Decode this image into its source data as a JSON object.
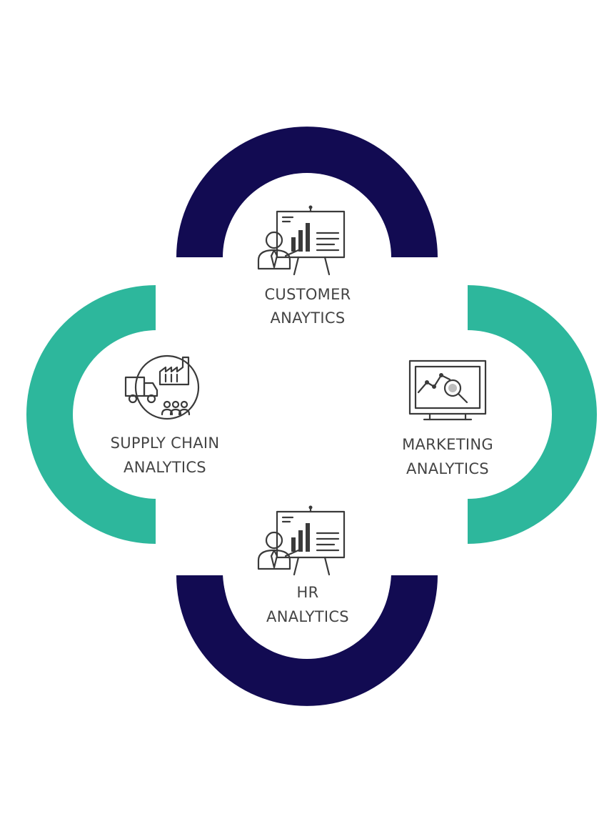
{
  "colors": {
    "navy": "#120b52",
    "teal": "#2db79c",
    "background": "#ffffff",
    "text": "#444444",
    "icon": "#3a3a3a"
  },
  "segments": [
    {
      "id": "customer",
      "ring_color": "navy",
      "icon": "presentation-board-icon",
      "label_lines": [
        "CUSTOMER",
        "ANAYTICS"
      ]
    },
    {
      "id": "marketing",
      "ring_color": "teal",
      "icon": "monitor-magnifier-icon",
      "label_lines": [
        "MARKETING",
        "ANALYTICS"
      ]
    },
    {
      "id": "hr",
      "ring_color": "navy",
      "icon": "presentation-board-icon",
      "label_lines": [
        "HR",
        "ANALYTICS"
      ]
    },
    {
      "id": "supply-chain",
      "ring_color": "teal",
      "icon": "truck-factory-icon",
      "label_lines": [
        "SUPPLY CHAIN",
        "ANALYTICS"
      ]
    }
  ]
}
